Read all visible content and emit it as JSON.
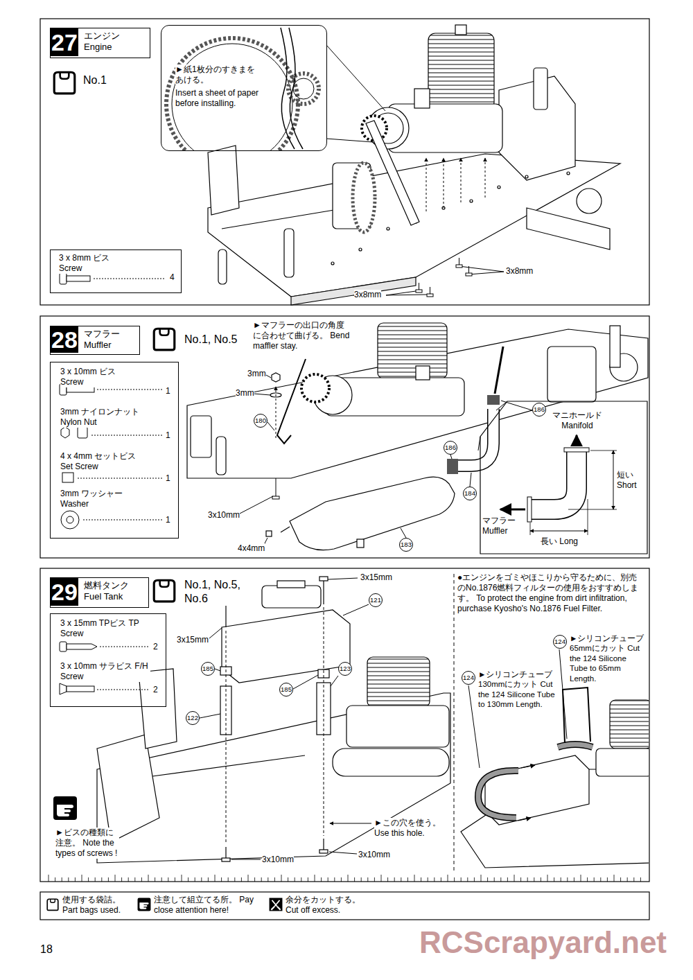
{
  "diagram": {
    "nodes": [
      {
        "text": [
          "27",
          "エンジン Engine"
        ]
      },
      {
        "text": [
          "►紙1枚分のすきまをあける。",
          "Insert a sheet of paper before installing."
        ]
      },
      {
        "text": [
          "3 x 8mm ビス Screw",
          "4"
        ]
      },
      {
        "text": [
          "28",
          "マフラー Muffler"
        ]
      },
      {
        "text": [
          "3 x 10mm ビス Screw",
          "1",
          "3mm ナイロンナット Nylon Nut",
          "1",
          "4 x 4mm セットビス Set Screw",
          "1",
          "3mm ワッシャー Washer",
          "1"
        ]
      },
      {
        "text": [
          "マニホールド Manifold",
          "短い Short",
          "マフラー Muffler",
          "長い Long"
        ]
      },
      {
        "text": [
          "29",
          "燃料タンク Fuel Tank"
        ]
      },
      {
        "text": [
          "3 x 15mm TPビス TP Screw",
          "2",
          "3 x 10mm サラビス F/H Screw",
          "2"
        ]
      }
    ],
    "labels": [
      "No.1",
      "3x8mm",
      "3x8mm",
      "No.1, No.5",
      "►マフラーの出口の角度に合わせて曲げる。 Bend maffler stay.",
      "3mm",
      "3mm",
      "180",
      "186",
      "186",
      "184",
      "183",
      "3x10mm",
      "4x4mm",
      "No.1, No.5, No.6",
      "3x15mm",
      "3x15mm",
      "121",
      "185",
      "122",
      "185",
      "123",
      "►この穴を使う。 Use this hole.",
      "3x10mm",
      "3x10mm",
      "►ビスの種類に注意。 Note the types of screws !",
      "●エンジンをゴミやほこりから守るために、別売のNo.1876燃料フィルターの使用をおすすめします。 To protect the engine from dirt infiltration, purchase Kyosho's No.1876 Fuel Filter.",
      "124",
      "►シリコンチューブ 65mmにカット Cut the 124 Silicone Tube to 65mm Length.",
      "124",
      "►シリコンチューブ 130mmにカット Cut the 124 Silicone Tube to 130mm Length.",
      "18",
      "RCScrapyard.net"
    ],
    "legend": [
      {
        "text": "使用する袋詰。 Part bags used."
      },
      {
        "text": "注意して組立てる所。 Pay close attention here!"
      },
      {
        "text": "余分をカットする。 Cut off excess."
      }
    ]
  }
}
